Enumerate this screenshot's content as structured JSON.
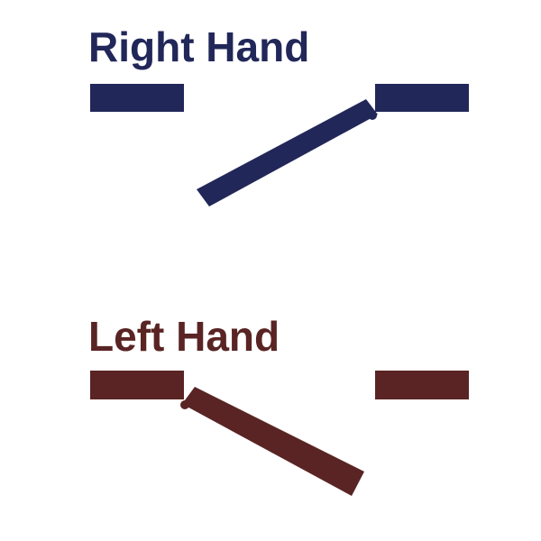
{
  "colors": {
    "right_hand": "#222759",
    "left_hand": "#5a2424",
    "background": "#ffffff"
  },
  "diagrams": [
    {
      "title": "Right Hand",
      "color_key": "right_hand",
      "hinge_side": "right",
      "swing_direction": "down-left"
    },
    {
      "title": "Left Hand",
      "color_key": "left_hand",
      "hinge_side": "left",
      "swing_direction": "down-right"
    }
  ]
}
